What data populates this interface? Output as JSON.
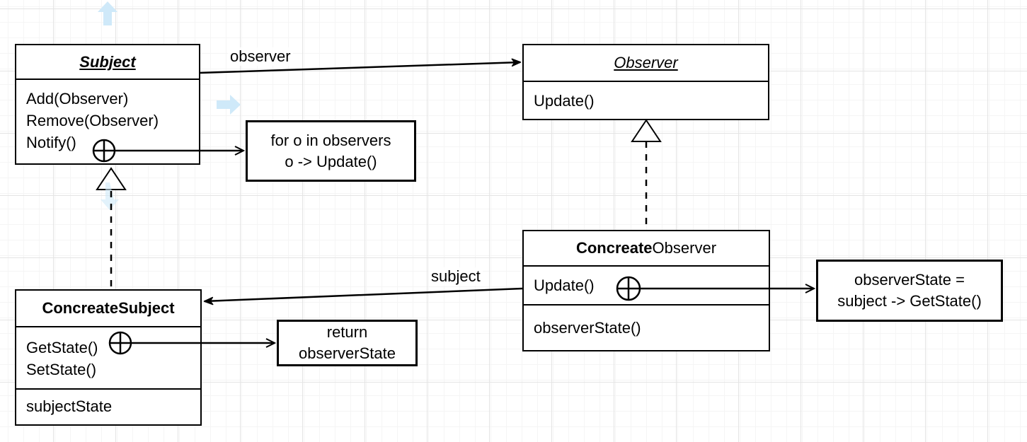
{
  "diagram": {
    "classes": {
      "subject": {
        "title": "Subject",
        "methods": [
          "Add(Observer)",
          "Remove(Observer)",
          "Notify()"
        ]
      },
      "observer": {
        "title": "Observer",
        "methods": [
          "Update()"
        ]
      },
      "concreate_observer": {
        "title_bold": "Concreate",
        "title_rest": "Observer",
        "methods": [
          "Update()"
        ],
        "attributes": [
          "observerState()"
        ]
      },
      "concreate_subject": {
        "title": "ConcreateSubject",
        "methods": [
          "GetState()",
          "SetState()"
        ],
        "attributes": [
          "subjectState"
        ]
      }
    },
    "notes": {
      "notify_loop": {
        "line1": "for o in observers",
        "line2": "o -> Update()"
      },
      "return_state": {
        "line1": "return",
        "line2": "observerState"
      },
      "get_state": {
        "line1": "observerState =",
        "line2": "subject -> GetState()"
      }
    },
    "edge_labels": {
      "observer": "observer",
      "subject": "subject"
    },
    "icons": {
      "circle_plus": "circle-plus-connector",
      "hollow_triangle": "generalization-arrowhead",
      "hint_arrow": "direction-hint-arrow"
    },
    "colors": {
      "stroke": "#000000",
      "shape_fill": "#ffffff",
      "hint_arrow": "#cfe9f9",
      "grid_minor": "#f5f5f5",
      "grid_major": "#e4e4e4"
    }
  }
}
